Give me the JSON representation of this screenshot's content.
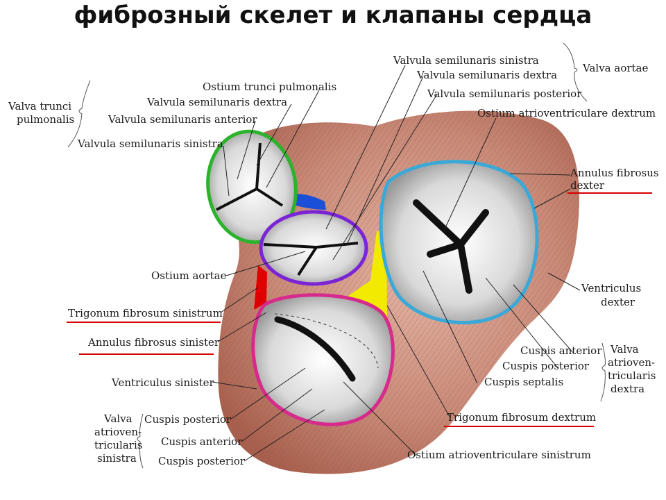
{
  "title": "фиброзный скелет и клапаны сердца",
  "colors": {
    "pulmonary_ring": "#2bb32b",
    "aortic_ring": "#7a24d6",
    "right_ring": "#3aa9d8",
    "left_ring": "#d62a8c",
    "left_trigone": "#e00000",
    "right_trigone": "#f2ea00",
    "conus_tendon": "#1c4fd8",
    "underline": "#d60000",
    "muscle": "#c98a78"
  },
  "labels": {
    "valva_aortae": "Valva aortae",
    "valvula_semilunaris_sinistra_ao": "Valvula semilunaris sinistra",
    "valvula_semilunaris_dextra_ao": "Valvula semilunaris dextra",
    "valvula_semilunaris_posterior": "Valvula semilunaris posterior",
    "ostium_atrioventriculare_dextrum": "Ostium atrioventriculare dextrum",
    "annulus_fibrosus_dexter_1": "Annulus fibrosus",
    "annulus_fibrosus_dexter_2": "dexter",
    "ventriculus_dexter_1": "Ventriculus",
    "ventriculus_dexter_2": "dexter",
    "cuspis_anterior_r": "Cuspis anterior",
    "cuspis_posterior_r": "Cuspis posterior",
    "cuspis_septalis": "Cuspis septalis",
    "valva_av_dextra_1": "Valva",
    "valva_av_dextra_2": "atrioven-",
    "valva_av_dextra_3": "tricularis",
    "valva_av_dextra_4": "dextra",
    "trigonum_fibrosum_dextrum": "Trigonum fibrosum dextrum",
    "ostium_atrioventriculare_sinistrum": "Ostium atrioventriculare sinistrum",
    "valva_trunci_1": "Valva trunci",
    "valva_trunci_2": "pulmonalis",
    "ostium_trunci_pulmonalis": "Ostium trunci pulmonalis",
    "valvula_semilunaris_dextra_p": "Valvula semilunaris dextra",
    "valvula_semilunaris_anterior": "Valvula semilunaris anterior",
    "valvula_semilunaris_sinistra_p": "Valvula semilunaris sinistra",
    "ostium_aortae": "Ostium aortae",
    "trigonum_fibrosum_sinistrum": "Trigonum fibrosum sinistrum",
    "annulus_fibrosus_sinister": "Annulus fibrosus sinister",
    "ventriculus_sinister": "Ventriculus sinister",
    "valva_av_sinistra_1": "Valva",
    "valva_av_sinistra_2": "atrioven-",
    "valva_av_sinistra_3": "tricularis",
    "valva_av_sinistra_4": "sinistra",
    "cuspis_posterior_l1": "Cuspis posterior",
    "cuspis_anterior_l": "Cuspis anterior",
    "cuspis_posterior_l2": "Cuspis posterior"
  }
}
